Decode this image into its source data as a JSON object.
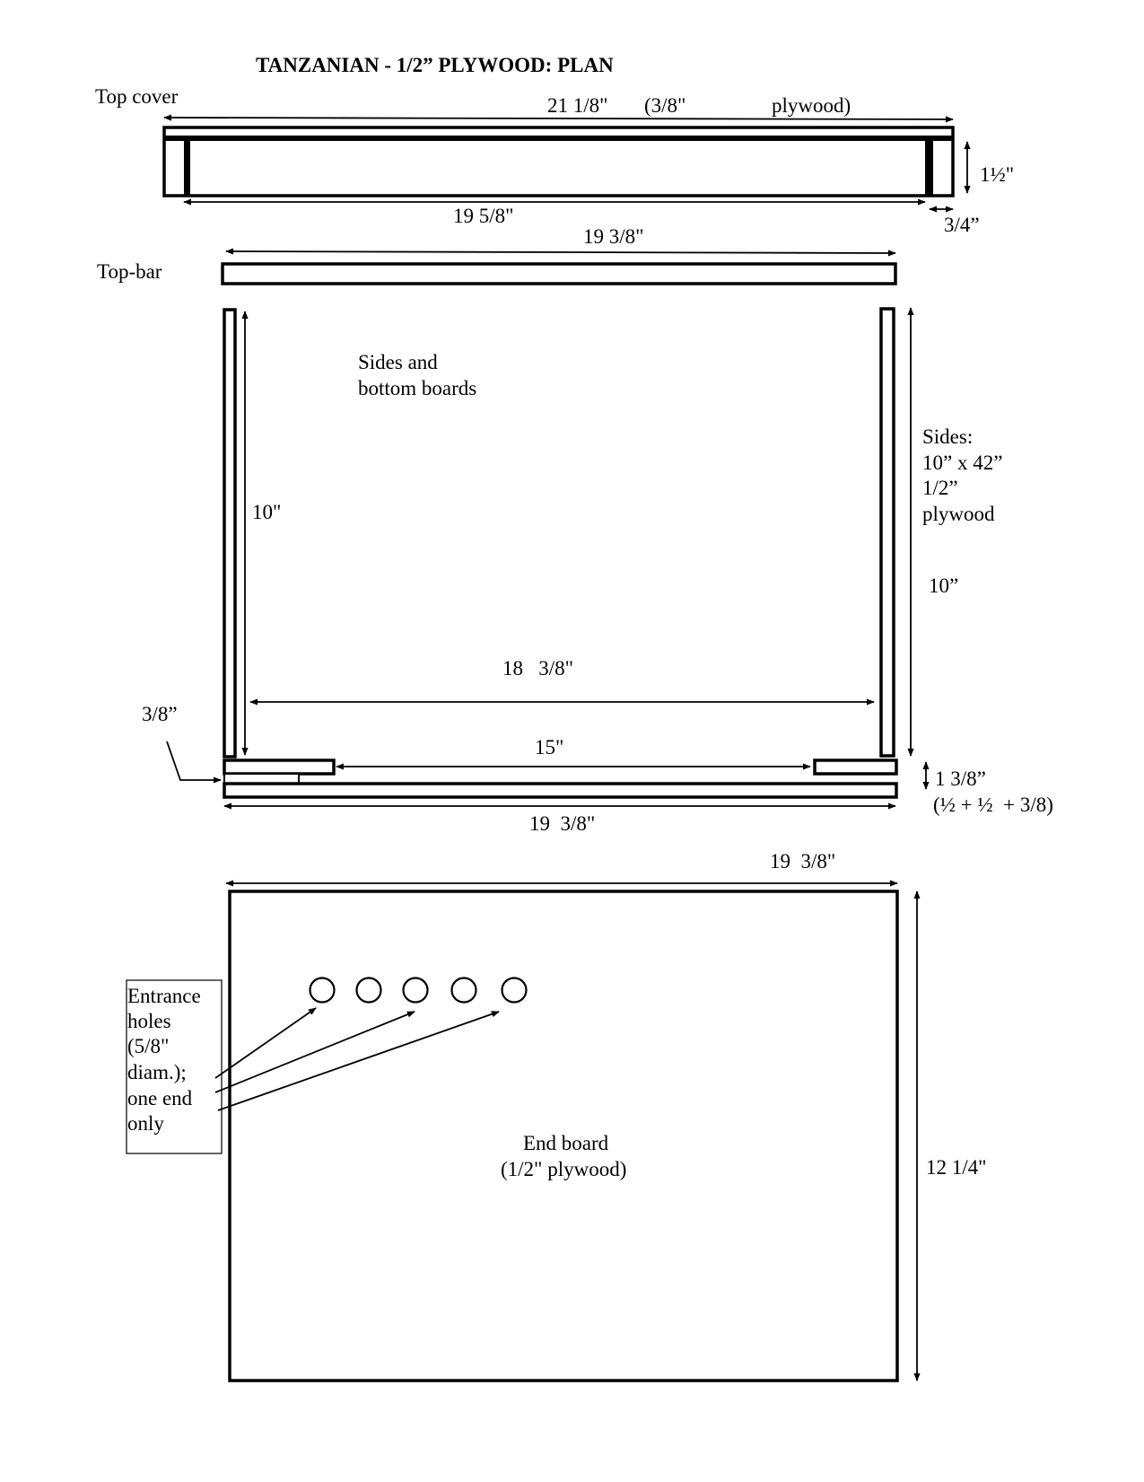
{
  "title": "TANZANIAN - 1/2” PLYWOOD:  PLAN",
  "top_cover": {
    "label": "Top cover",
    "length": "21 1/8\"",
    "material_open": "(3/8\"",
    "material_close": "plywood)",
    "height": "1½\"",
    "inner_length": "19 5/8\"",
    "rim": "3/4”"
  },
  "top_bar": {
    "label": "Top-bar",
    "length": "19 3/8\""
  },
  "sides_bottom": {
    "label_line1": "Sides and",
    "label_line2": "bottom boards",
    "left_height": "10\"",
    "sides_line1": "Sides:",
    "sides_line2": "10” x 42”",
    "sides_line3": "1/2”",
    "sides_line4": "plywood",
    "right_height": "10”",
    "inner_width": "18   3/8\"",
    "cleat_thickness": "3/8”",
    "gap": "15\"",
    "bottom_height": "1 3/8”",
    "bottom_height_note": "(½ + ½  + 3/8)",
    "bottom_length": "19  3/8\""
  },
  "end_board": {
    "width": "19  3/8\"",
    "height": "12 1/4\"",
    "label_line1": "End board",
    "label_line2": "(1/2\" plywood)",
    "note_lines": [
      "Entrance",
      "holes",
      "(5/8\"",
      "diam.);",
      "one end",
      "only"
    ],
    "hole_count": 5
  }
}
